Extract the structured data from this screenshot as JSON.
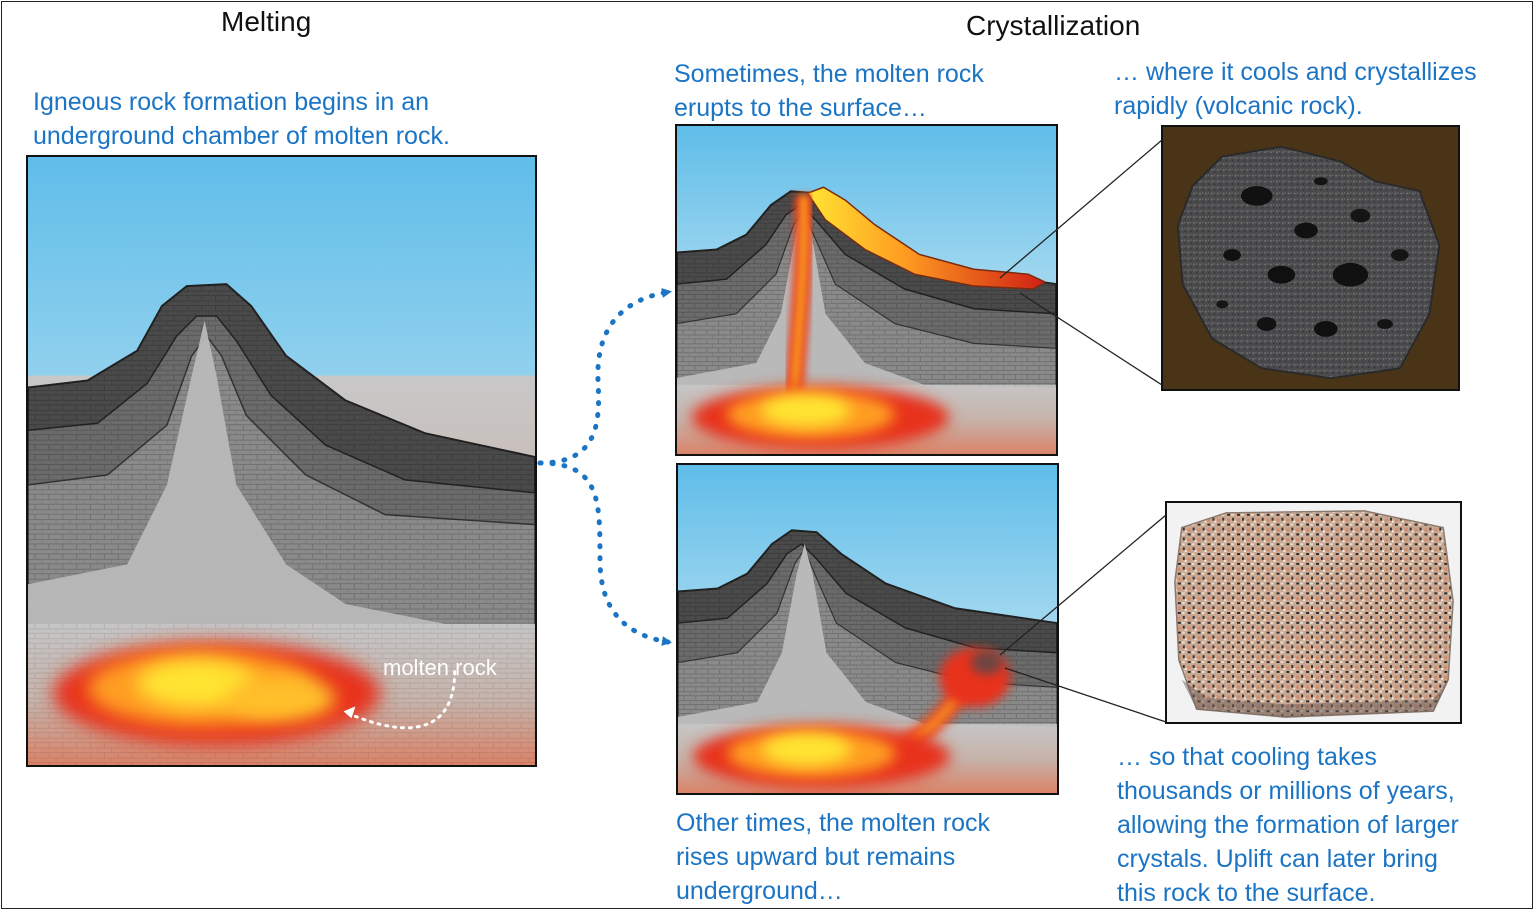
{
  "headings": {
    "melting": "Melting",
    "crystallization": "Crystallization"
  },
  "captions": {
    "begin": [
      "Igneous rock formation begins in an",
      "underground chamber of molten rock."
    ],
    "erupt": [
      "Sometimes, the molten rock",
      "erupts to the surface…"
    ],
    "volcanic": [
      "… where it cools and crystallizes",
      "rapidly (volcanic rock)."
    ],
    "intrude": [
      "Other times, the molten rock",
      "rises upward but remains",
      "underground…"
    ],
    "plutonic": [
      "… so that cooling takes",
      "thousands or millions of years,",
      "allowing the formation of larger",
      "crystals. Uplift can later bring",
      "this rock to the surface."
    ]
  },
  "labels": {
    "molten_rock": "molten rock"
  },
  "colors": {
    "caption_blue": "#1b74c4",
    "arrow_blue": "#1b74c4",
    "sky_top": "#5fbde9",
    "sky_bottom": "#e9f4f6",
    "lava_red": "#e8321c",
    "lava_yellow": "#ffe433",
    "rock_dark": "#4a4a4a",
    "ground_bottom": "#e07a5a"
  },
  "icons": {
    "volcanic_rock": "vesicular-basalt-photo",
    "plutonic_rock": "granite-photo"
  }
}
